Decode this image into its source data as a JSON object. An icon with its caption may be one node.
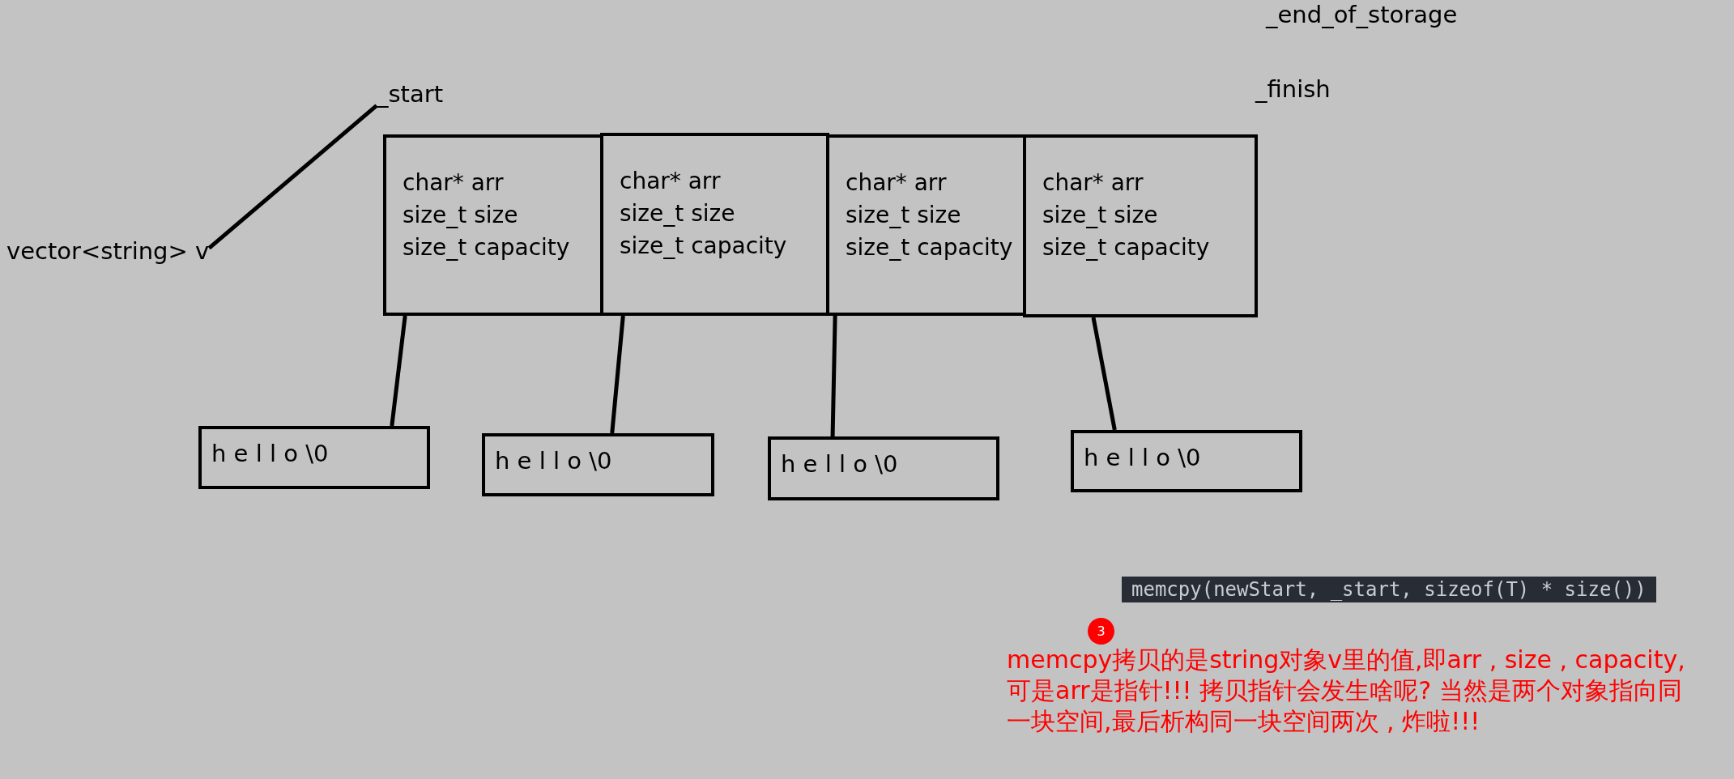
{
  "diagram": {
    "nodes": [
      {
        "text": [
          "vector<string> v"
        ]
      },
      {
        "text": [
          "_start"
        ]
      },
      {
        "text": [
          "char* arr",
          "size_t size",
          "size_t capacity"
        ]
      },
      {
        "text": [
          "char* arr",
          "size_t size",
          "size_t capacity"
        ]
      },
      {
        "text": [
          "char* arr",
          "size_t size",
          "size_t capacity"
        ]
      },
      {
        "text": [
          "char* arr",
          "size_t size",
          "size_t capacity"
        ]
      },
      {
        "text": [
          "h e l l o \\0"
        ]
      },
      {
        "text": [
          "h e l l o \\0"
        ]
      },
      {
        "text": [
          "h e l l o \\0"
        ]
      },
      {
        "text": [
          "h e l l o \\0"
        ]
      }
    ],
    "edges": [
      {
        "from": 0,
        "to": 1,
        "arrow": "none"
      },
      {
        "from": 2,
        "to": 6,
        "arrow": "none"
      },
      {
        "from": 3,
        "to": 7,
        "arrow": "none"
      },
      {
        "from": 4,
        "to": 8,
        "arrow": "none"
      },
      {
        "from": 5,
        "to": 9,
        "arrow": "none"
      }
    ],
    "labels": [
      "_end_of_storage",
      "_finish",
      "memcpy(newStart, _start, sizeof(T) * size())",
      "3",
      "memcpy拷贝的是string对象v里的值,即arr , size , capacity,可是arr是指针!!! 拷贝指针会发生啥呢? 当然是两个对象指向同一块空间,最后析构同一块空间两次 , 炸啦!!!"
    ]
  }
}
